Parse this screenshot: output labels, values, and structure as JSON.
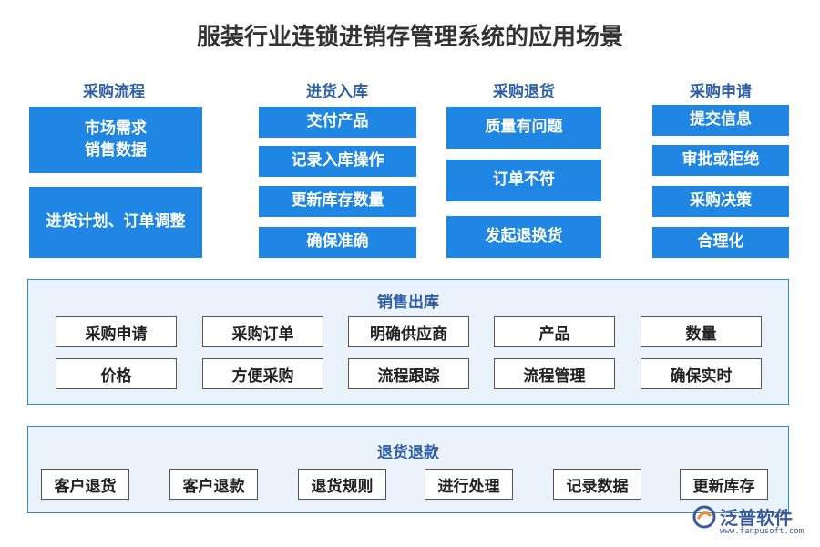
{
  "title": "服装行业连锁进销存管理系统的应用场景",
  "columns": [
    {
      "heading": "采购流程",
      "items": [
        "市场需求\n销售数据",
        "进货计划、订单调整"
      ]
    },
    {
      "heading": "进货入库",
      "items": [
        "交付产品",
        "记录入库操作",
        "更新库存数量",
        "确保准确"
      ]
    },
    {
      "heading": "采购退货",
      "items": [
        "质量有问题",
        "订单不符",
        "发起退换货"
      ]
    },
    {
      "heading": "采购申请",
      "items": [
        "提交信息",
        "审批或拒绝",
        "采购决策",
        "合理化"
      ]
    }
  ],
  "sales_outbound": {
    "title": "销售出库",
    "items": [
      "采购申请",
      "采购订单",
      "明确供应商",
      "产品",
      "数量",
      "价格",
      "方便采购",
      "流程跟踪",
      "流程管理",
      "确保实时"
    ]
  },
  "returns_refunds": {
    "title": "退货退款",
    "items": [
      "客户退货",
      "客户退款",
      "退货规则",
      "进行处理",
      "记录数据",
      "更新库存"
    ]
  },
  "logo": {
    "name": "泛普软件",
    "url": "www.fanpusoft.com",
    "colors": {
      "blue": "#3a5a9c",
      "orange": "#f28c28"
    }
  },
  "colors": {
    "box_blue": "#1f86e4",
    "heading": "#2f5fa6",
    "panel_bg": "#eaf2fb",
    "panel_border": "#2e8bd8"
  }
}
